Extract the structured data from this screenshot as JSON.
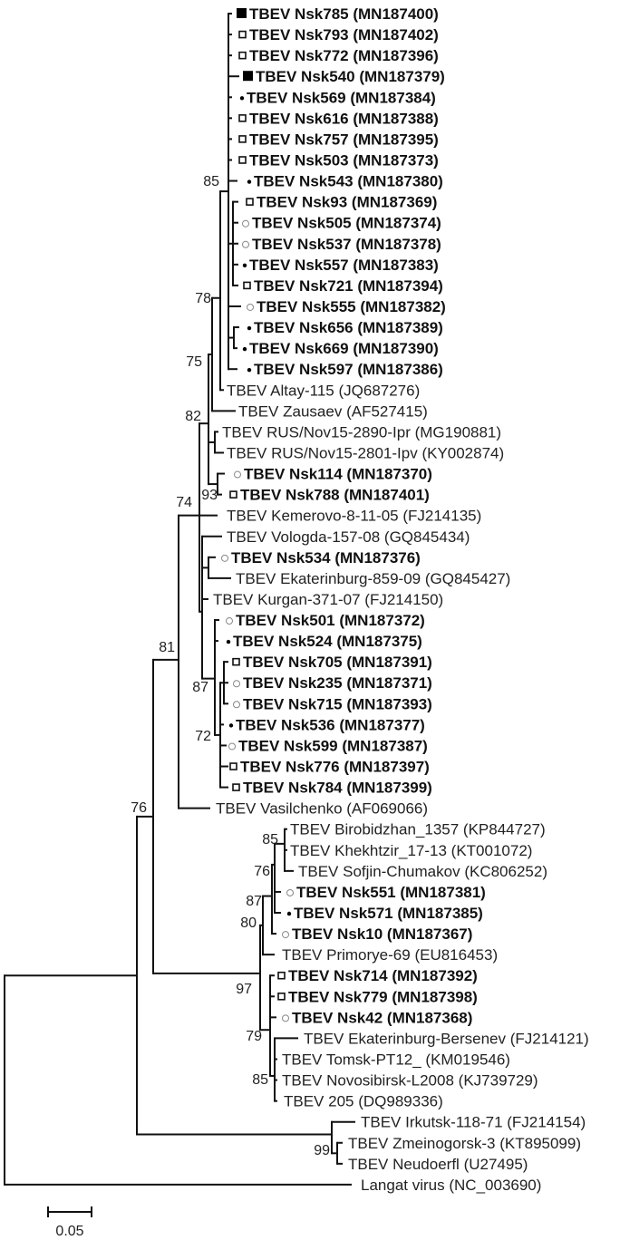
{
  "tree": {
    "leaves": [
      {
        "name": "TBEV Nsk785",
        "accession": "(MN187400)",
        "bold": true,
        "marker": "filled-square"
      },
      {
        "name": "TBEV Nsk793",
        "accession": "(MN187402)",
        "bold": true,
        "marker": "open-square"
      },
      {
        "name": "TBEV Nsk772",
        "accession": "(MN187396)",
        "bold": true,
        "marker": "open-square"
      },
      {
        "name": "TBEV Nsk540",
        "accession": "(MN187379)",
        "bold": true,
        "marker": "filled-square"
      },
      {
        "name": "TBEV Nsk569",
        "accession": "(MN187384)",
        "bold": true,
        "marker": "dot"
      },
      {
        "name": "TBEV Nsk616",
        "accession": "(MN187388)",
        "bold": true,
        "marker": "open-square"
      },
      {
        "name": "TBEV Nsk757",
        "accession": "(MN187395)",
        "bold": true,
        "marker": "open-square"
      },
      {
        "name": "TBEV Nsk503",
        "accession": "(MN187373)",
        "bold": true,
        "marker": "open-square"
      },
      {
        "name": "TBEV Nsk543",
        "accession": "(MN187380)",
        "bold": true,
        "marker": "dot"
      },
      {
        "name": "TBEV Nsk93",
        "accession": "(MN187369)",
        "bold": true,
        "marker": "open-square"
      },
      {
        "name": "TBEV Nsk505",
        "accession": "(MN187374)",
        "bold": true,
        "marker": "open-circle"
      },
      {
        "name": "TBEV Nsk537",
        "accession": "(MN187378)",
        "bold": true,
        "marker": "open-circle"
      },
      {
        "name": "TBEV Nsk557",
        "accession": "(MN187383)",
        "bold": true,
        "marker": "dot"
      },
      {
        "name": "TBEV Nsk721",
        "accession": "(MN187394)",
        "bold": true,
        "marker": "open-square"
      },
      {
        "name": "TBEV Nsk555",
        "accession": "(MN187382)",
        "bold": true,
        "marker": "open-circle"
      },
      {
        "name": "TBEV Nsk656",
        "accession": "(MN187389)",
        "bold": true,
        "marker": "dot"
      },
      {
        "name": "TBEV Nsk669",
        "accession": "(MN187390)",
        "bold": true,
        "marker": "dot"
      },
      {
        "name": "TBEV Nsk597",
        "accession": "(MN187386)",
        "bold": true,
        "marker": "dot"
      },
      {
        "name": "TBEV Altay-115",
        "accession": "(JQ687276)",
        "bold": false,
        "marker": "none"
      },
      {
        "name": "TBEV Zausaev",
        "accession": "(AF527415)",
        "bold": false,
        "marker": "none"
      },
      {
        "name": "TBEV RUS/Nov15-2890-Ipr",
        "accession": "(MG190881)",
        "bold": false,
        "marker": "none"
      },
      {
        "name": "TBEV RUS/Nov15-2801-Ipv",
        "accession": "(KY002874)",
        "bold": false,
        "marker": "none"
      },
      {
        "name": "TBEV Nsk114",
        "accession": "(MN187370)",
        "bold": true,
        "marker": "open-circle"
      },
      {
        "name": "TBEV Nsk788",
        "accession": "(MN187401)",
        "bold": true,
        "marker": "open-square"
      },
      {
        "name": "TBEV Kemerovo-8-11-05",
        "accession": "(FJ214135)",
        "bold": false,
        "marker": "none"
      },
      {
        "name": "TBEV Vologda-157-08",
        "accession": "(GQ845434)",
        "bold": false,
        "marker": "none"
      },
      {
        "name": "TBEV Nsk534",
        "accession": "(MN187376)",
        "bold": true,
        "marker": "open-circle"
      },
      {
        "name": "TBEV Ekaterinburg-859-09",
        "accession": "(GQ845427)",
        "bold": false,
        "marker": "none"
      },
      {
        "name": "TBEV Kurgan-371-07",
        "accession": "(FJ214150)",
        "bold": false,
        "marker": "none"
      },
      {
        "name": "TBEV Nsk501",
        "accession": "(MN187372)",
        "bold": true,
        "marker": "open-circle"
      },
      {
        "name": "TBEV Nsk524",
        "accession": "(MN187375)",
        "bold": true,
        "marker": "dot"
      },
      {
        "name": "TBEV Nsk705",
        "accession": "(MN187391)",
        "bold": true,
        "marker": "open-square"
      },
      {
        "name": "TBEV Nsk235",
        "accession": "(MN187371)",
        "bold": true,
        "marker": "open-circle"
      },
      {
        "name": "TBEV Nsk715",
        "accession": "(MN187393)",
        "bold": true,
        "marker": "open-circle"
      },
      {
        "name": "TBEV Nsk536",
        "accession": "(MN187377)",
        "bold": true,
        "marker": "dot"
      },
      {
        "name": "TBEV Nsk599",
        "accession": "(MN187387)",
        "bold": true,
        "marker": "open-circle"
      },
      {
        "name": "TBEV Nsk776",
        "accession": "(MN187397)",
        "bold": true,
        "marker": "open-square"
      },
      {
        "name": "TBEV Nsk784",
        "accession": "(MN187399)",
        "bold": true,
        "marker": "open-square"
      },
      {
        "name": "TBEV Vasilchenko",
        "accession": "(AF069066)",
        "bold": false,
        "marker": "none"
      },
      {
        "name": "TBEV Birobidzhan_1357",
        "accession": "(KP844727)",
        "bold": false,
        "marker": "none"
      },
      {
        "name": "TBEV Khekhtzir_17-13",
        "accession": "(KT001072)",
        "bold": false,
        "marker": "none"
      },
      {
        "name": "TBEV Sofjin-Chumakov",
        "accession": "(KC806252)",
        "bold": false,
        "marker": "none"
      },
      {
        "name": "TBEV Nsk551",
        "accession": "(MN187381)",
        "bold": true,
        "marker": "open-circle"
      },
      {
        "name": "TBEV Nsk571",
        "accession": "(MN187385)",
        "bold": true,
        "marker": "dot"
      },
      {
        "name": "TBEV Nsk10",
        "accession": "(MN187367)",
        "bold": true,
        "marker": "open-circle"
      },
      {
        "name": "TBEV Primorye-69",
        "accession": "(EU816453)",
        "bold": false,
        "marker": "none"
      },
      {
        "name": "TBEV Nsk714",
        "accession": "(MN187392)",
        "bold": true,
        "marker": "open-square"
      },
      {
        "name": "TBEV Nsk779",
        "accession": "(MN187398)",
        "bold": true,
        "marker": "open-square"
      },
      {
        "name": "TBEV Nsk42",
        "accession": "(MN187368)",
        "bold": true,
        "marker": "open-circle"
      },
      {
        "name": "TBEV Ekaterinburg-Bersenev",
        "accession": "(FJ214121)",
        "bold": false,
        "marker": "none"
      },
      {
        "name": "TBEV Tomsk-PT12_",
        "accession": "(KM019546)",
        "bold": false,
        "marker": "none"
      },
      {
        "name": "TBEV Novosibirsk-L2008",
        "accession": "(KJ739729)",
        "bold": false,
        "marker": "none"
      },
      {
        "name": "TBEV 205",
        "accession": "(DQ989336)",
        "bold": false,
        "marker": "none"
      },
      {
        "name": "TBEV Irkutsk-118-71",
        "accession": "(FJ214154)",
        "bold": false,
        "marker": "none"
      },
      {
        "name": "TBEV Zmeinogorsk-3",
        "accession": "(KT895099)",
        "bold": false,
        "marker": "none"
      },
      {
        "name": "TBEV Neudoerfl",
        "accession": "(U27495)",
        "bold": false,
        "marker": "none"
      },
      {
        "name": "Langat virus",
        "accession": "(NC_003690)",
        "bold": false,
        "marker": "none"
      }
    ],
    "bootstrap": [
      "85",
      "78",
      "75",
      "82",
      "74",
      "93",
      "81",
      "87",
      "72",
      "76",
      "85",
      "76",
      "87",
      "80",
      "97",
      "79",
      "85",
      "99"
    ],
    "scale_bar": {
      "label": "0.05",
      "value": 0.05
    },
    "colors": {
      "line": "#111111",
      "open_circle": "#888888"
    }
  }
}
